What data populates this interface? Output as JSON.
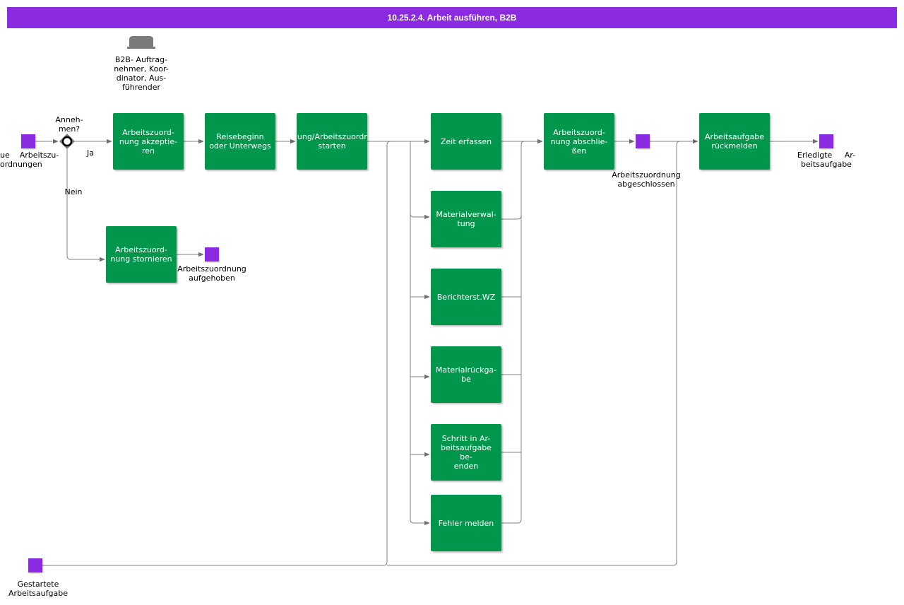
{
  "title": "10.25.2.4. Arbeit ausführen, B2B",
  "role": {
    "icon": "role-hat-icon",
    "label": "B2B- Auftrag-\nnehmer, Koor-\ndinator, Aus-\nführender"
  },
  "gateway": {
    "label": "Anneh-\nmen?",
    "yes_label": "Ja",
    "no_label": "Nein"
  },
  "events": {
    "start_new": "ue    Arbeitszu-\nordnungen",
    "cancelled": "Arbeitszuordnung\naufgehoben",
    "closed": "Arbeitszuordnung\nabgeschlossen",
    "done": "Erledigte     Ar-\nbeitsaufgabe",
    "started": "Gestartete\nArbeitsaufgabe"
  },
  "tasks": {
    "accept": "Arbeitszuord-\nnung akzeptie-\nren",
    "travel": "Reisebeginn\noder Unterwegs",
    "start": "lung/Arbeitszuordn\nstarten",
    "time": "Zeit erfassen",
    "material": "Materialverwal-\ntung",
    "report": "Berichterst.WZ",
    "return": "Materialrückga-\nbe",
    "step": "Schritt in Ar-\nbeitsaufgabe be-\nenden",
    "error": "Fehler melden",
    "close": "Arbeitszuord-\nnung abschlie-\nßen",
    "feedback": "Arbeitsaufgabe\nrückmelden",
    "cancel": "Arbeitszuord-\nnung stornieren"
  },
  "colors": {
    "header": "#8a2be2",
    "task": "#00964b",
    "event": "#8a2be2",
    "connector": "#808080"
  }
}
